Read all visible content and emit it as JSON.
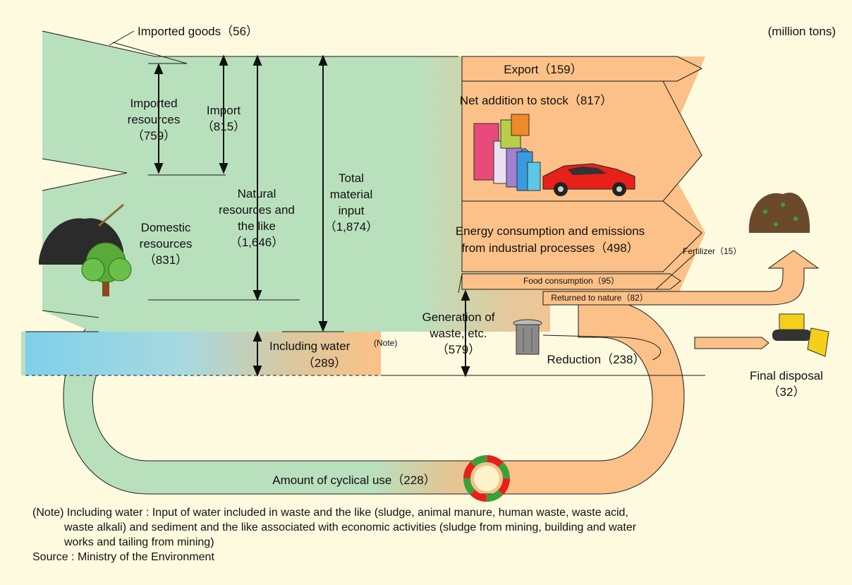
{
  "unit": "(million tons)",
  "labels": {
    "imported_goods": "Imported goods（56）",
    "imported_resources": [
      "Imported",
      "resources",
      "（759）"
    ],
    "import": [
      "Import",
      "（815）"
    ],
    "natural_resources": [
      "Natural",
      "resources and",
      "the like",
      "（1,646）"
    ],
    "total_input": [
      "Total",
      "material",
      "input",
      "（1,874）"
    ],
    "domestic_resources": [
      "Domestic",
      "resources",
      "（831）"
    ],
    "including_water": "Including water",
    "including_water_note": "(Note)",
    "including_water_value": "（289）",
    "export": "Export（159）",
    "net_addition": "Net addition to stock（817）",
    "energy": [
      "Energy consumption and emissions",
      "from industrial processes（498）"
    ],
    "fertilizer": "Fertilizer（15）",
    "food": "Food consumption（95）",
    "returned": "Returned to nature（82）",
    "waste_gen": [
      "Generation of",
      "waste, etc.",
      "（579）"
    ],
    "reduction": "Reduction（238）",
    "final_disposal": [
      "Final disposal",
      "（32）"
    ],
    "cyclical": "Amount of cyclical use（228）"
  },
  "note": [
    "(Note) Including water : Input of water included in waste and the like (sludge, animal manure, human waste, waste acid,",
    "waste alkali) and sediment and the like associated with economic activities (sludge from mining, building and water",
    "works and tailing from mining)"
  ],
  "source": "Source : Ministry of the Environment",
  "colors": {
    "background": "#fdfadf",
    "input_green": "#b9e0bd",
    "output_orange": "#fcc188",
    "water_blue": "#7fd0ea",
    "outline": "#1a1a1a"
  },
  "icons": [
    "buildings-icon",
    "red-car-icon",
    "coal-pile-icon",
    "tree-icon",
    "soil-pile-icon",
    "trash-can-icon",
    "bulldozer-icon",
    "recycle-arrows-icon"
  ]
}
